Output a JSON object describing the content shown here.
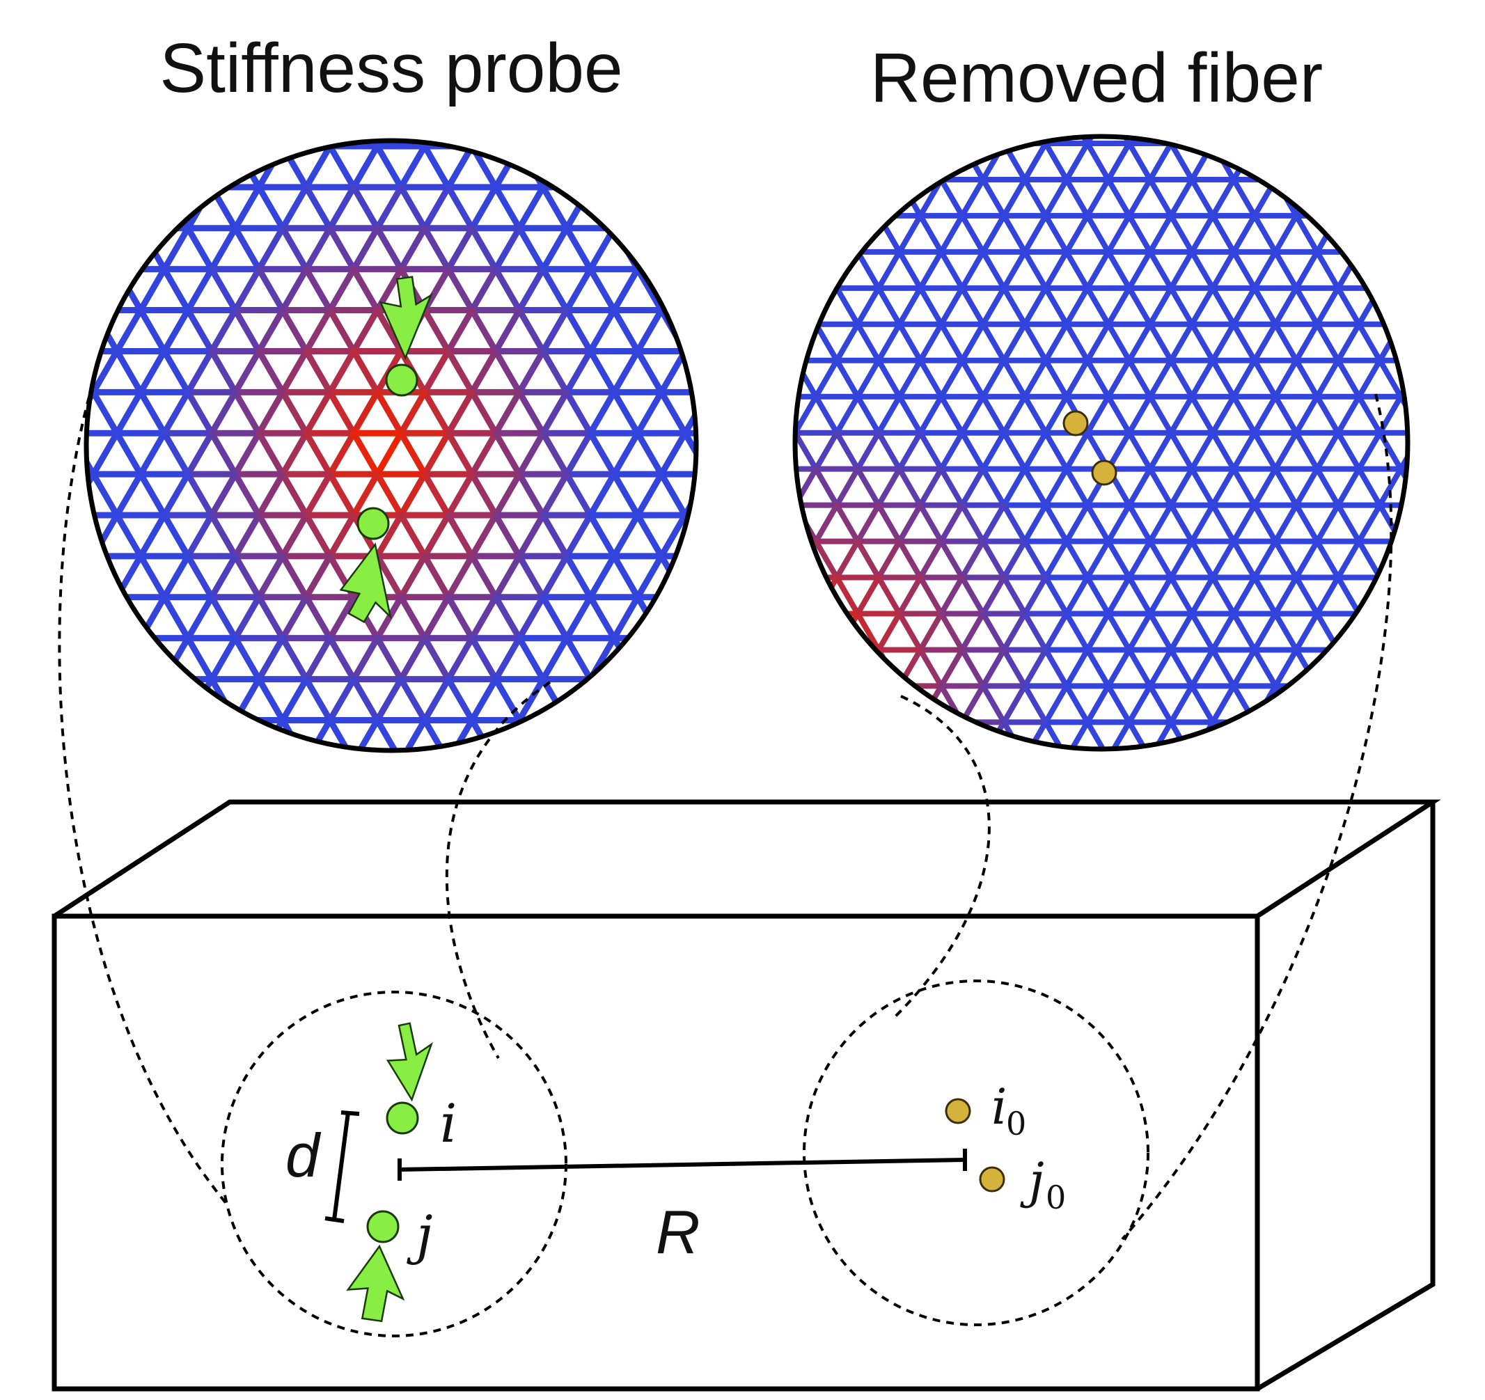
{
  "titles": {
    "left": "Stiffness probe",
    "right": "Removed fiber"
  },
  "labels": {
    "node_i": "i",
    "node_j": "j",
    "node_i0": "i",
    "node_i0_sub": "0",
    "node_j0": "j",
    "node_j0_sub": "0",
    "distance_d": "d",
    "distance_R": "R"
  },
  "colors": {
    "probe_node": "#88ee44",
    "removed_node": "#d4b23c",
    "lattice_cold": "#3344dd",
    "lattice_hot": "#ee2200",
    "outline": "#000000"
  }
}
